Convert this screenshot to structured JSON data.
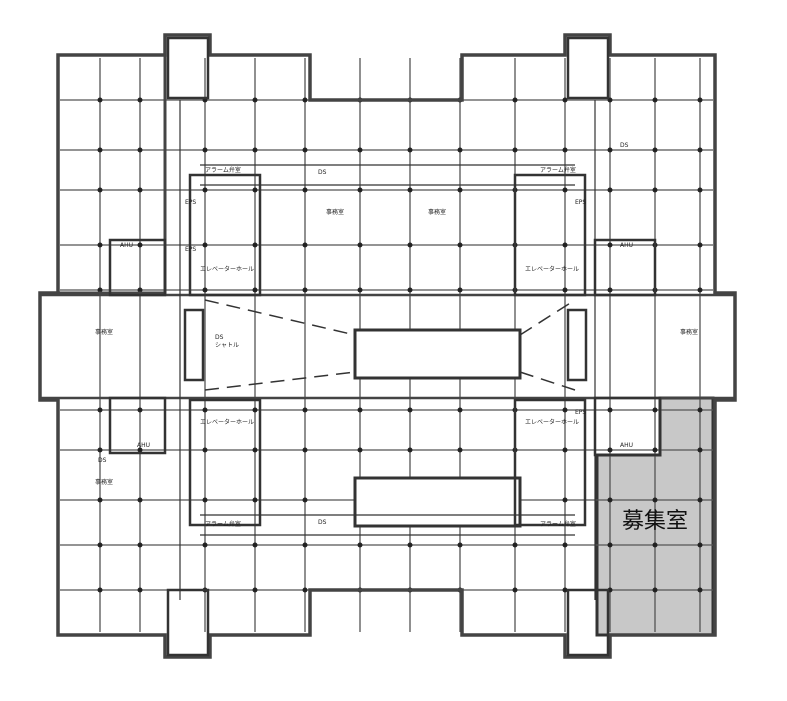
{
  "vacancy_label": "募集室",
  "vacancy_fill": "#c8c8c8",
  "labels": {
    "ahu": "AHU",
    "eps": "EPS",
    "ds": "DS",
    "elevator_hall": "エレベーターホール",
    "alarm_valve": "アラーム弁室",
    "office": "事務室",
    "shuttle": "シャトル"
  }
}
